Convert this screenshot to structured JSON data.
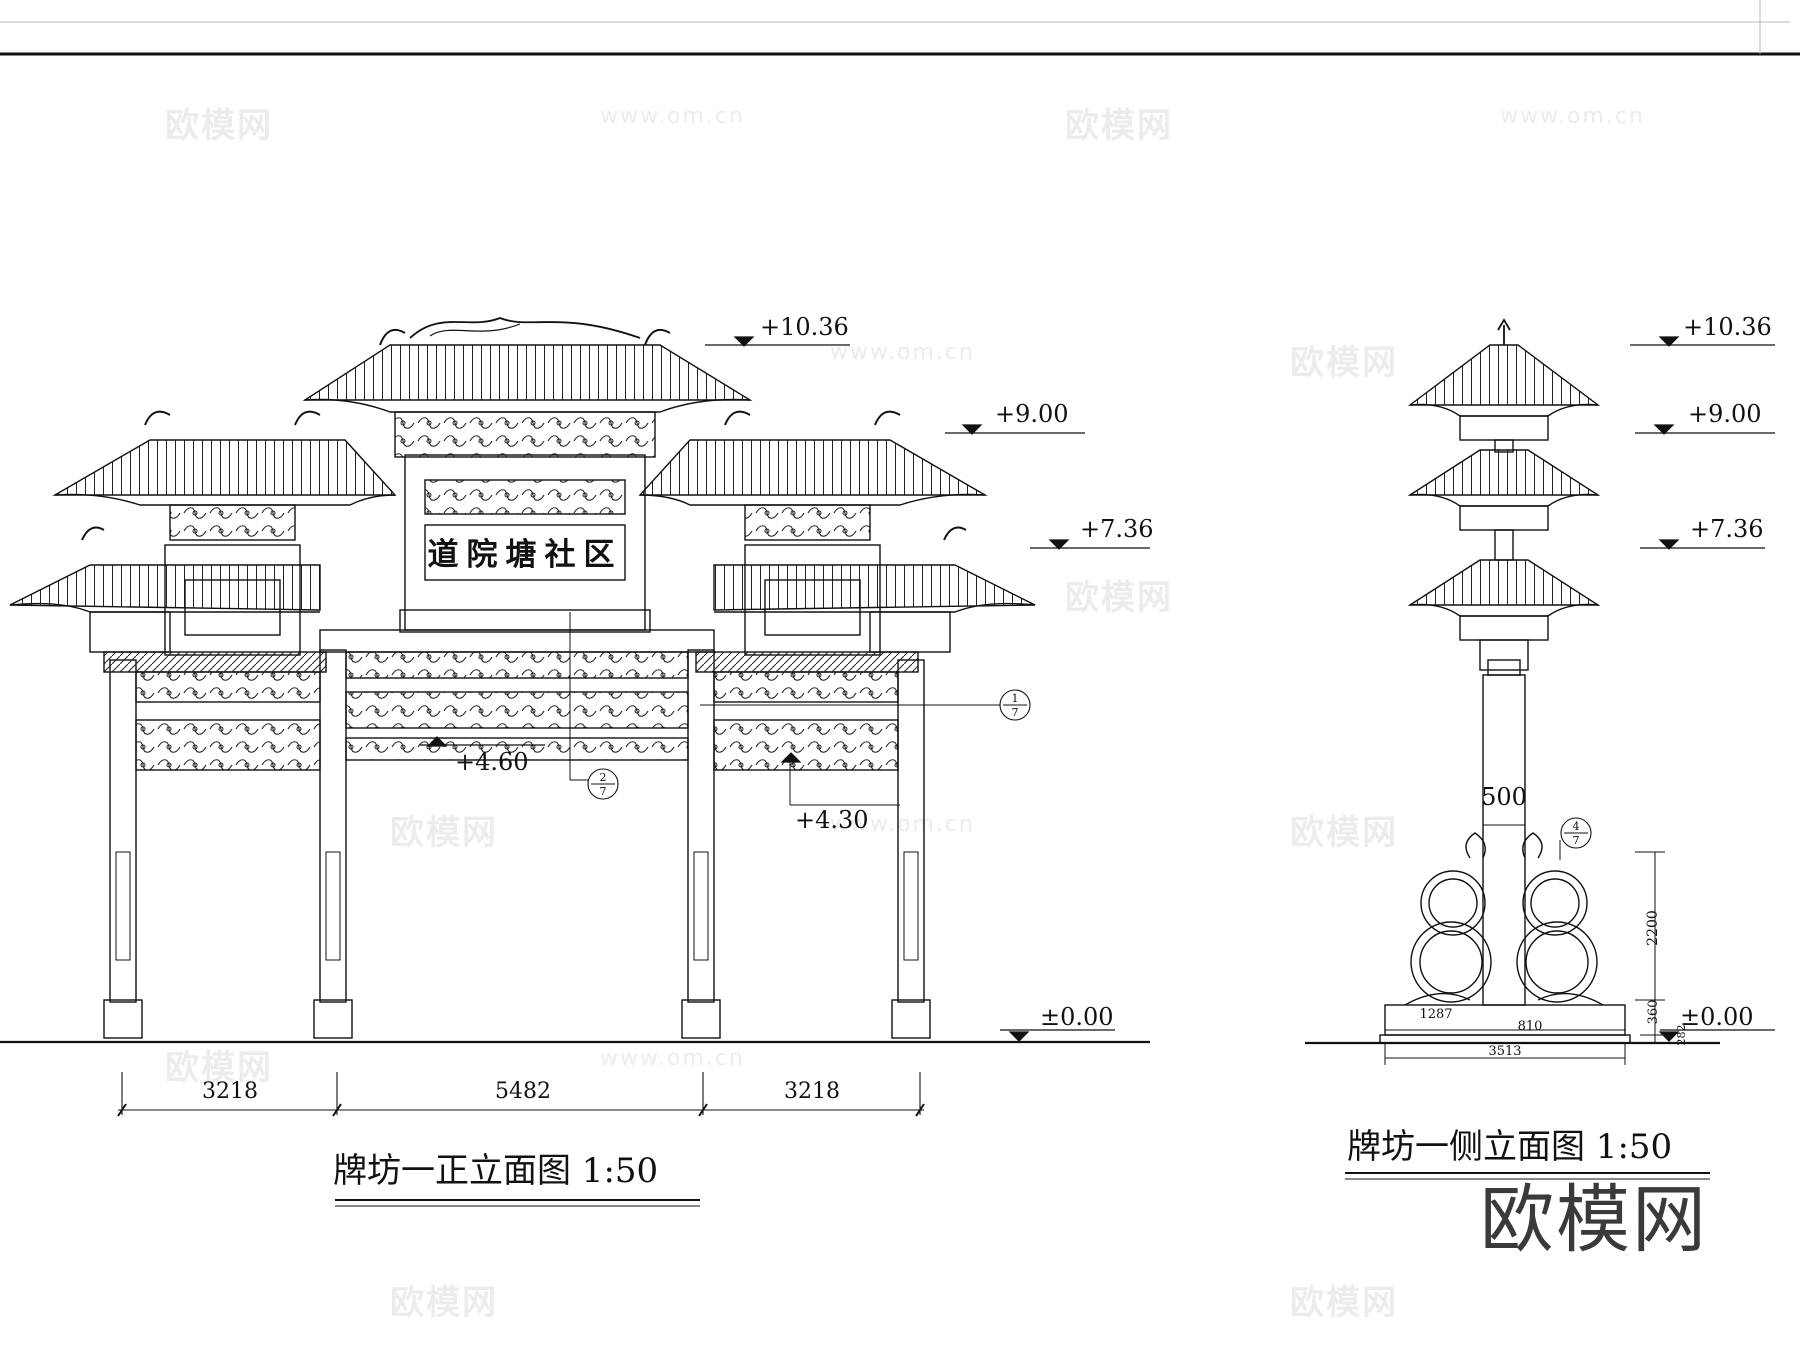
{
  "front": {
    "title": "牌坊一正立面图 1:50",
    "plaque": "道院塘社区",
    "levels": {
      "top": "+10.36",
      "mid": "+9.00",
      "low": "+7.36",
      "beam1": "+4.60",
      "beam2": "+4.30",
      "ground": "±0.00"
    },
    "dims": [
      "3218",
      "5482",
      "3218"
    ],
    "callouts": [
      {
        "num": "1",
        "den": "7"
      },
      {
        "num": "2",
        "den": "7"
      }
    ]
  },
  "side": {
    "title": "牌坊一侧立面图 1:50",
    "levels": {
      "top": "+10.36",
      "mid": "+9.00",
      "low": "+7.36",
      "ground": "±0.00"
    },
    "dims": {
      "post": "500",
      "height": "2200",
      "base_h": "360",
      "plinth": "282",
      "half": "1287",
      "core": "810",
      "total": "3513"
    },
    "callout": {
      "num": "4",
      "den": "7"
    }
  },
  "watermark": {
    "logo": "欧模网",
    "url": "www.om.cn"
  }
}
